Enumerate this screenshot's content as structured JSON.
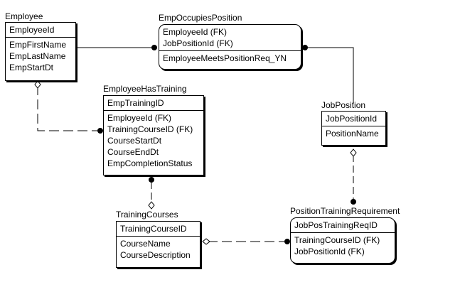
{
  "entities": {
    "employee": {
      "name": "Employee",
      "keys": [
        "EmployeeId"
      ],
      "attributes": [
        "EmpFirstName",
        "EmpLastName",
        "EmpStartDt"
      ]
    },
    "emp_occupies_position": {
      "name": "EmpOccupiesPosition",
      "keys": [
        "EmployeeId (FK)",
        "JobPositionId (FK)"
      ],
      "attributes": [
        "EmployeeMeetsPositionReq_YN"
      ]
    },
    "employee_has_training": {
      "name": "EmployeeHasTraining",
      "keys": [
        "EmpTrainingID"
      ],
      "attributes": [
        "EmployeeId (FK)",
        "TrainingCourseID (FK)",
        "CourseStartDt",
        "CourseEndDt",
        "EmpCompletionStatus"
      ]
    },
    "job_position": {
      "name": "JobPosition",
      "keys": [
        "JobPositionId"
      ],
      "attributes": [
        "PositionName"
      ]
    },
    "training_courses": {
      "name": "TrainingCourses",
      "keys": [
        "TrainingCourseID"
      ],
      "attributes": [
        "CourseName",
        "CourseDescription"
      ]
    },
    "position_training_requirement": {
      "name": "PositionTrainingRequirement",
      "keys": [
        "JobPosTrainingReqID"
      ],
      "attributes": [
        "TrainingCourseID (FK)",
        "JobPositionId (FK)"
      ]
    }
  }
}
